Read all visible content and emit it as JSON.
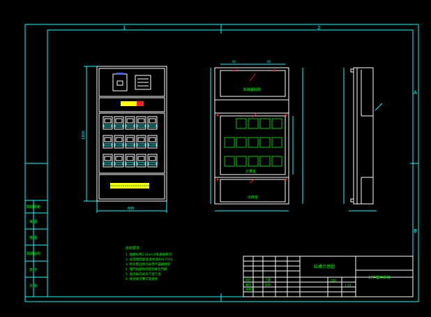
{
  "colors": {
    "background": "#000000",
    "frame": "#00ffff",
    "linework": "#ffffff",
    "dimension": "#00ffff",
    "annotation_red": "#ff2020",
    "notes": "#00ff00",
    "meter_yellow": "#ffff00",
    "indicator_red": "#ff2020"
  },
  "frame": {
    "zone_top_1": "1",
    "zone_top_2": "2",
    "zone_side_a": "A",
    "zone_side_b": "B"
  },
  "left_strip": {
    "cells": [
      "相關規範",
      "補  圖",
      "描  圖",
      "相關說明",
      "簽  字",
      "日  期"
    ]
  },
  "front_view": {
    "height_dim": "1800",
    "width_dim": "600"
  },
  "side_view": {
    "top_dims": [
      "60",
      "60"
    ],
    "labels": [
      "斷路器開關",
      "計量室",
      "出線室"
    ]
  },
  "notes": {
    "title": "技術要求:",
    "lines": [
      "1. 箱體採用2.0mm冷軋鋼板製作",
      "2. 表面噴塑處理,顏色為RAL7035",
      "3. 所有緊固件均採用不鏽鋼材質",
      "4. 箱門加裝防雨密封條及門鎖",
      "5. 進出線方式為下進下出",
      "6. 接地端子應可靠接地"
    ]
  },
  "title_block": {
    "drawing_name": "結構示意圖",
    "project": "17戶集中表箱",
    "scale_label": "比例",
    "scale_value": "1:10",
    "rows": [
      "設計",
      "審核",
      "標準化",
      "工藝",
      "批准"
    ]
  }
}
